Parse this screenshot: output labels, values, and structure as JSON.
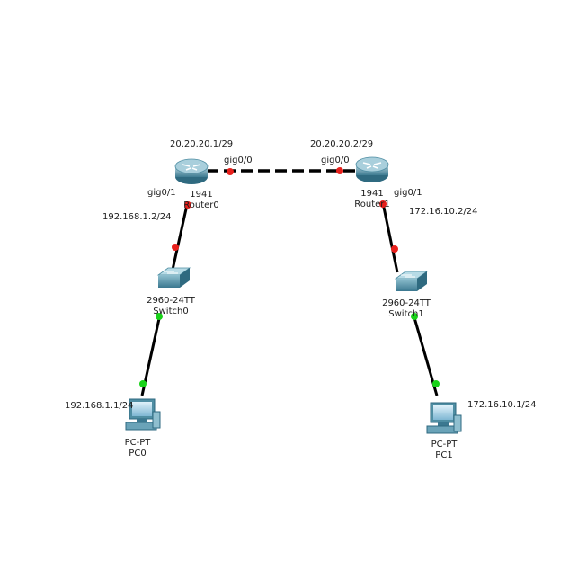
{
  "devices": {
    "router0": {
      "model": "1941",
      "name": "Router0"
    },
    "router1": {
      "model": "1941",
      "name": "Router1"
    },
    "switch0": {
      "model": "2960-24TT",
      "name": "Switch0"
    },
    "switch1": {
      "model": "2960-24TT",
      "name": "Switch1"
    },
    "pc0": {
      "model": "PC-PT",
      "name": "PC0"
    },
    "pc1": {
      "model": "PC-PT",
      "name": "PC1"
    }
  },
  "addresses": {
    "router0_wan": "20.20.20.1/29",
    "router1_wan": "20.20.20.2/29",
    "router0_lan": "192.168.1.2/24",
    "router1_lan": "172.16.10.2/24",
    "pc0": "192.168.1.1/24",
    "pc1": "172.16.10.1/24"
  },
  "interfaces": {
    "router0_wan": "gig0/0",
    "router1_wan": "gig0/0",
    "router0_lan": "gig0/1",
    "router1_lan": "gig0/1"
  },
  "link_status_colors": {
    "down": "#e8201c",
    "up": "#19d219"
  },
  "colors": {
    "link": "#000000",
    "device_body": "#4f8ea3",
    "device_top": "#8fbfcf"
  }
}
